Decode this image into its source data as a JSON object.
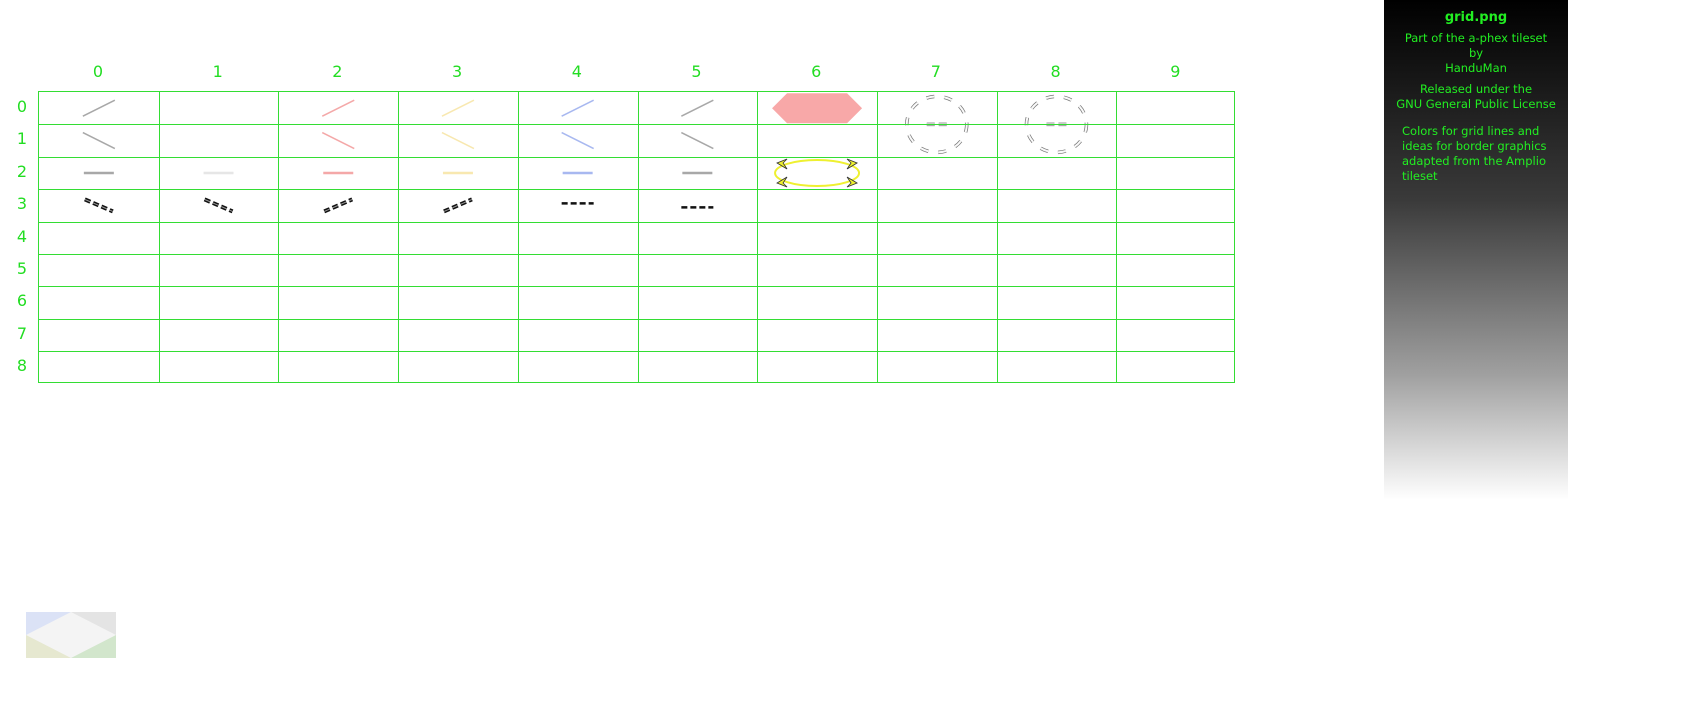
{
  "grid": {
    "columns": [
      "0",
      "1",
      "2",
      "3",
      "4",
      "5",
      "6",
      "7",
      "8",
      "9"
    ],
    "rows": [
      "0",
      "1",
      "2",
      "3",
      "4",
      "5",
      "6",
      "7",
      "8"
    ],
    "line_color": "#33dd33",
    "label_color": "#22dd22"
  },
  "tiles": {
    "colors": {
      "gray": "#a8a8a8",
      "light": "#e6e6e6",
      "red": "#f4a8a8",
      "yellow": "#f8e8b0",
      "blue": "#a8b8f0",
      "selection": "#f8a8a8",
      "highlight": "#eef030"
    }
  },
  "info": {
    "title": "grid.png",
    "line1": "Part of the a-phex tileset",
    "line2": "by",
    "line3": "HanduMan",
    "line4": "Released under the",
    "line5": "GNU General Public License",
    "description": "Colors for grid lines and ideas for border graphics adapted from the Amplio tileset"
  }
}
